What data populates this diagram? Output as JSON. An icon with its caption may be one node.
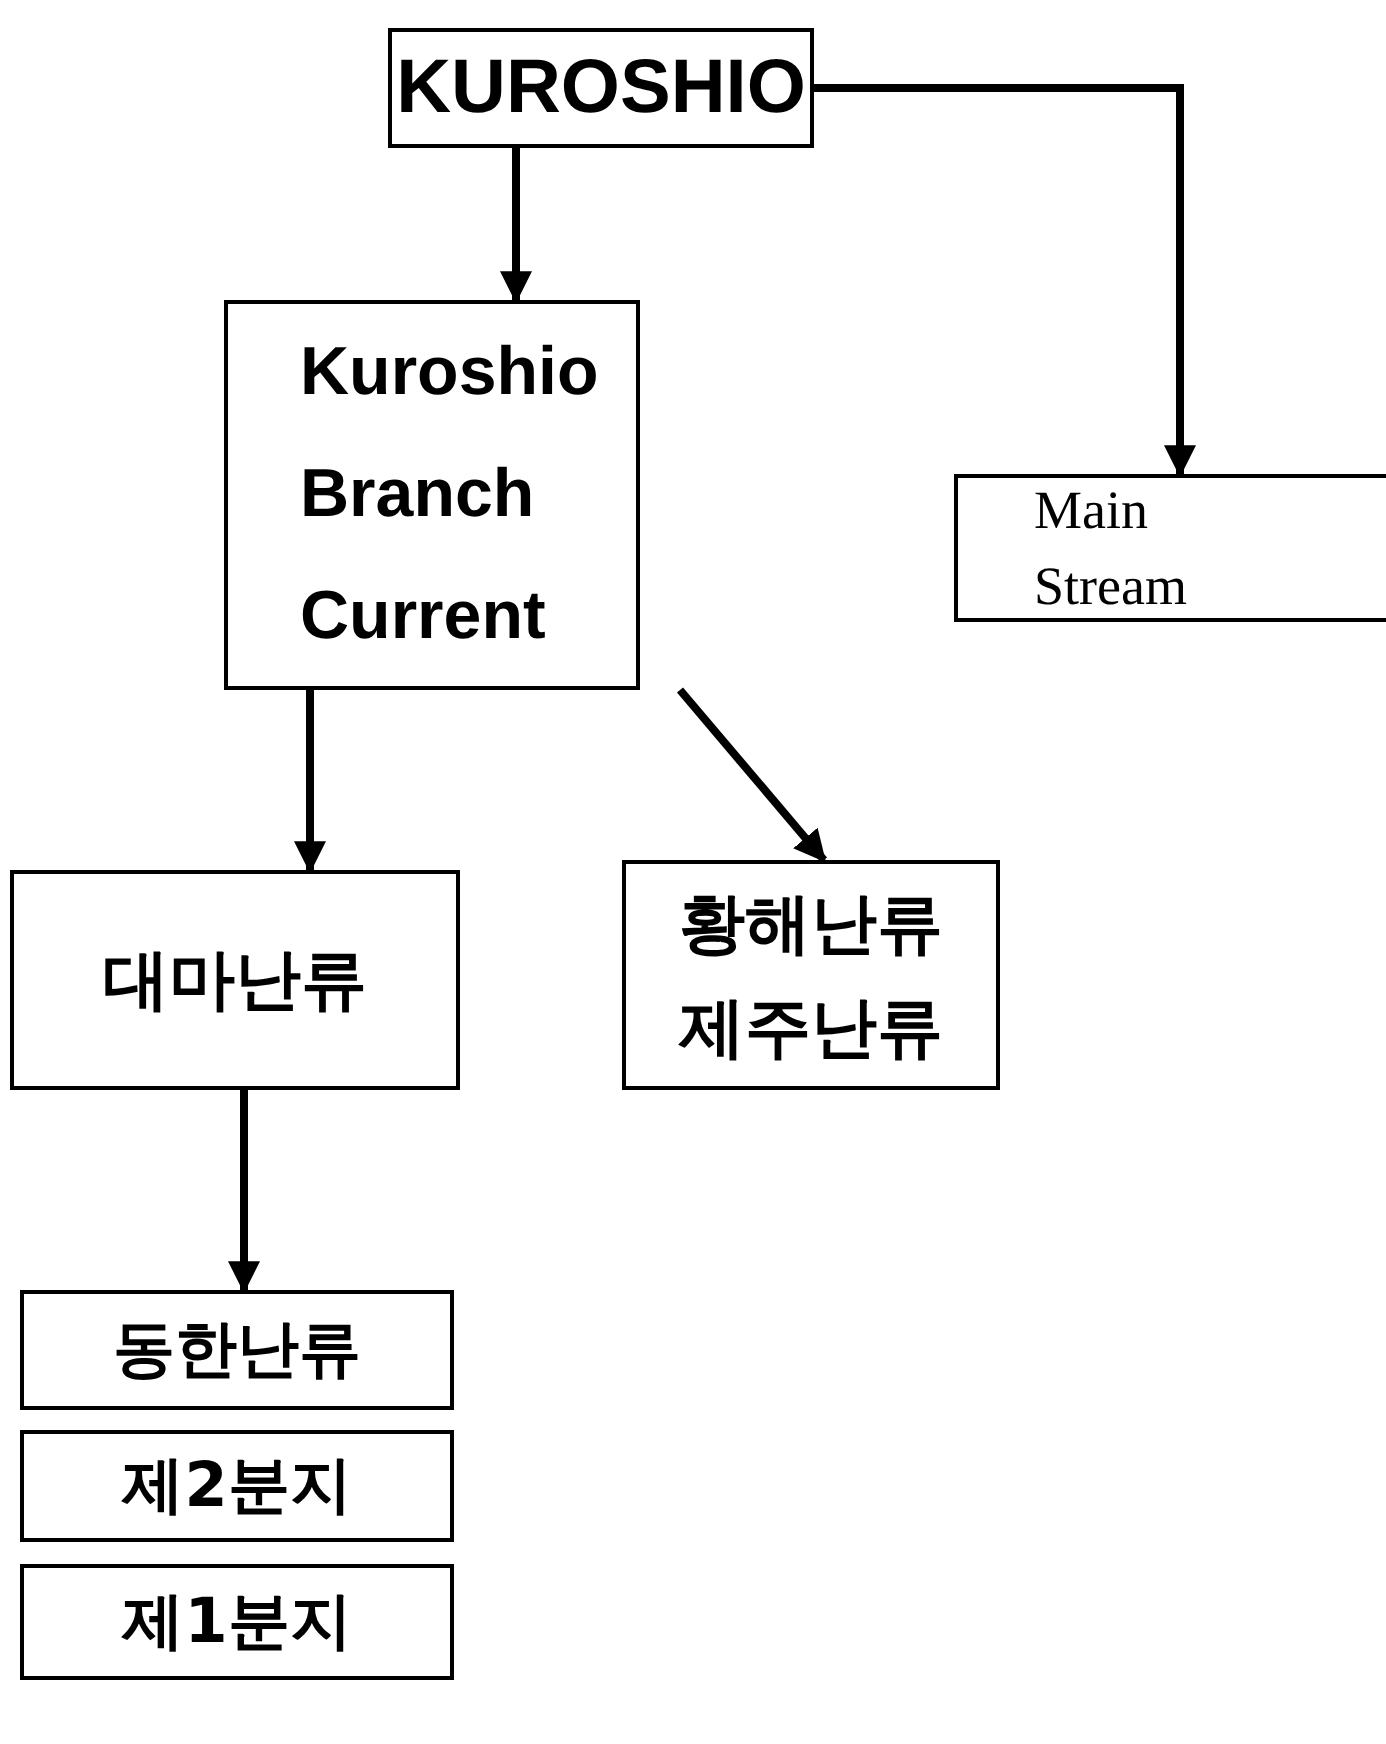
{
  "diagram": {
    "nodes": [
      {
        "text": [
          "KUROSHIO"
        ]
      },
      {
        "text": [
          "Kuroshio Branch Current"
        ]
      },
      {
        "text": [
          "Main Stream"
        ]
      },
      {
        "text": [
          "대마난류"
        ]
      },
      {
        "text": [
          "황해난류",
          "제주난류"
        ]
      },
      {
        "text": [
          "동한난류"
        ]
      },
      {
        "text": [
          "제2분지"
        ]
      },
      {
        "text": [
          "제1분지"
        ]
      }
    ],
    "edges": [
      {
        "from": 0,
        "to": 1,
        "arrow": "to"
      },
      {
        "from": 0,
        "to": 2,
        "arrow": "to"
      },
      {
        "from": 1,
        "to": 3,
        "arrow": "to"
      },
      {
        "from": 1,
        "to": 4,
        "arrow": "to"
      },
      {
        "from": 3,
        "to": 5,
        "arrow": "to"
      }
    ]
  }
}
